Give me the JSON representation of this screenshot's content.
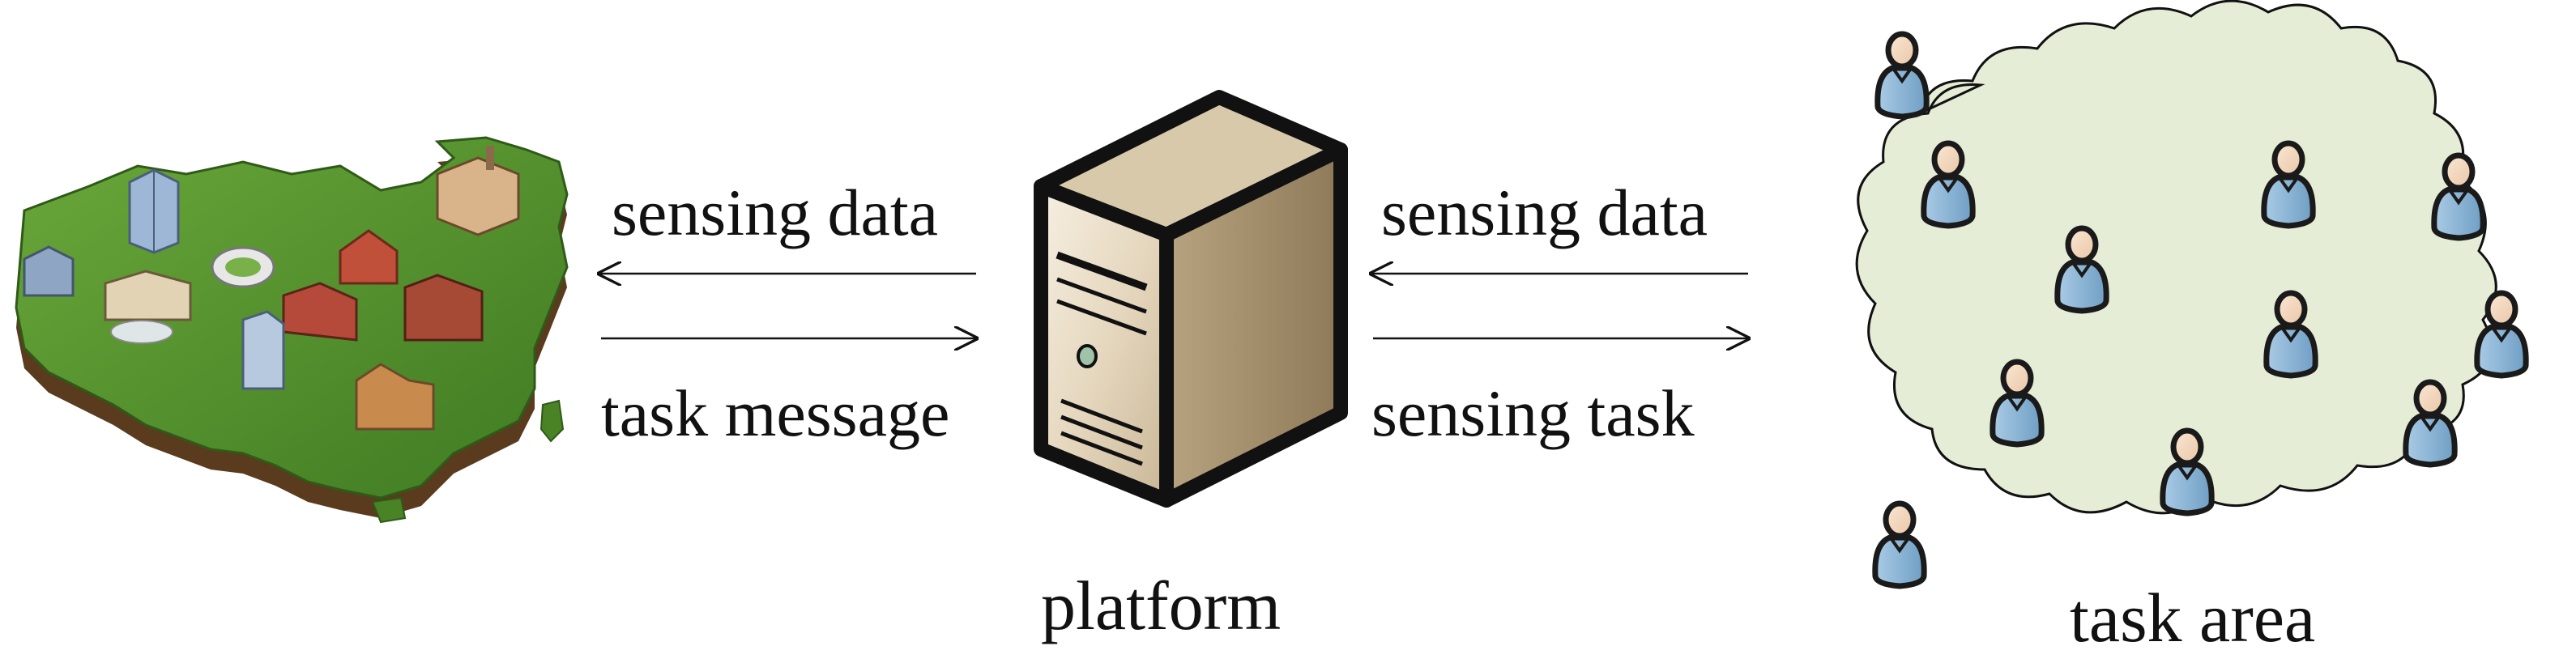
{
  "left_link": {
    "upper_label": "sensing data",
    "lower_label": "task message"
  },
  "right_link": {
    "upper_label": "sensing data",
    "lower_label": "sensing task"
  },
  "platform": {
    "caption": "platform",
    "icon": "server-tower-icon"
  },
  "task_area": {
    "caption": "task area",
    "icon": "person-icon",
    "cloud_fill": "#e6edd7"
  },
  "map": {
    "icon": "china-city-map-icon",
    "grass_color": "#4f8a2b",
    "soil_color": "#5a3b1e"
  },
  "colors": {
    "arrow": "#111111",
    "person_body": "#8fb8d8",
    "server_body": "#e8dcc6"
  }
}
